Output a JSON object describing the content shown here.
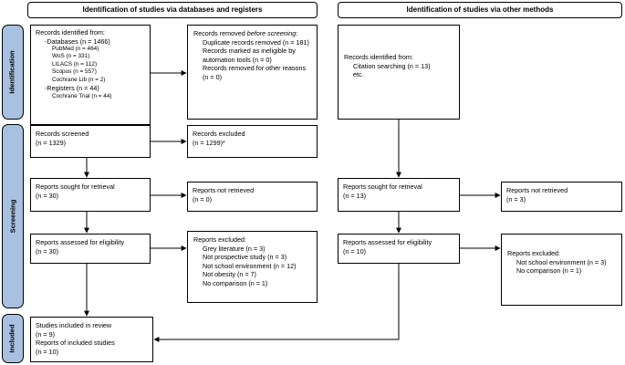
{
  "headers": {
    "databases": "Identification of studies via databases and registers",
    "other": "Identification of studies via other methods"
  },
  "stages": {
    "identification": "Identification",
    "screening": "Screening",
    "included": "Included"
  },
  "boxes": {
    "records_identified": {
      "title": "Records identified from:",
      "databases": "-Databases (n = 1466)",
      "db_items": [
        "PubMed (n = 464)",
        "WoS (n = 331)",
        "LILACS (n = 112)",
        "Scopus (n = 557)",
        "Cochrane Lib (n = 2)"
      ],
      "registers": "-Registers (n = 44)",
      "reg_items": [
        "Cochrane Trial (n = 44)"
      ]
    },
    "removed_before": {
      "title_pre": "Records removed ",
      "title_em": "before screening",
      "title_post": ":",
      "items": [
        "Duplicate records removed (n = 181)",
        "Records marked as ineligible by automation tools (n = 0)",
        "Records removed for other reasons (n = 0)"
      ]
    },
    "screened": {
      "l1": "Records screened",
      "l2": "(n = 1329)"
    },
    "excluded": {
      "l1": "Records excluded",
      "l2": "(n = 1299)*"
    },
    "sought": {
      "l1": "Reports sought for retrieval",
      "l2": "(n = 30)"
    },
    "not_retrieved": {
      "l1": "Reports not retrieved",
      "l2": "(n = 0)"
    },
    "assessed": {
      "l1": "Reports assessed for eligibility",
      "l2": "(n = 30)"
    },
    "reports_excluded": {
      "title": "Reports excluded:",
      "items": [
        "Grey literature (n = 3)",
        "Not prospective study (n = 3)",
        "Not school environment (n = 12)",
        "Not obesity (n = 7)",
        "No comparison (n = 1)"
      ]
    },
    "included": {
      "l1": "Studies included in review",
      "l2": "(n = 9)",
      "l3": "Reports of included studies",
      "l4": "(n = 10)"
    },
    "other_identified": {
      "title": "Records identified from:",
      "items": [
        "Citation searching (n = 13)",
        "etc."
      ]
    },
    "other_sought": {
      "l1": "Reports sought for retrieval",
      "l2": "(n = 13)"
    },
    "other_not_retrieved": {
      "l1": "Reports not retrieved",
      "l2": "(n = 3)"
    },
    "other_assessed": {
      "l1": "Reports assessed for eligibility",
      "l2": "(n = 10)"
    },
    "other_excluded": {
      "title": "Reports excluded:",
      "items": [
        "Not school environment (n = 3)",
        "No comparison (n = 1)"
      ]
    }
  },
  "colors": {
    "stage_fill": "#a9c1e0",
    "line": "#000000"
  }
}
